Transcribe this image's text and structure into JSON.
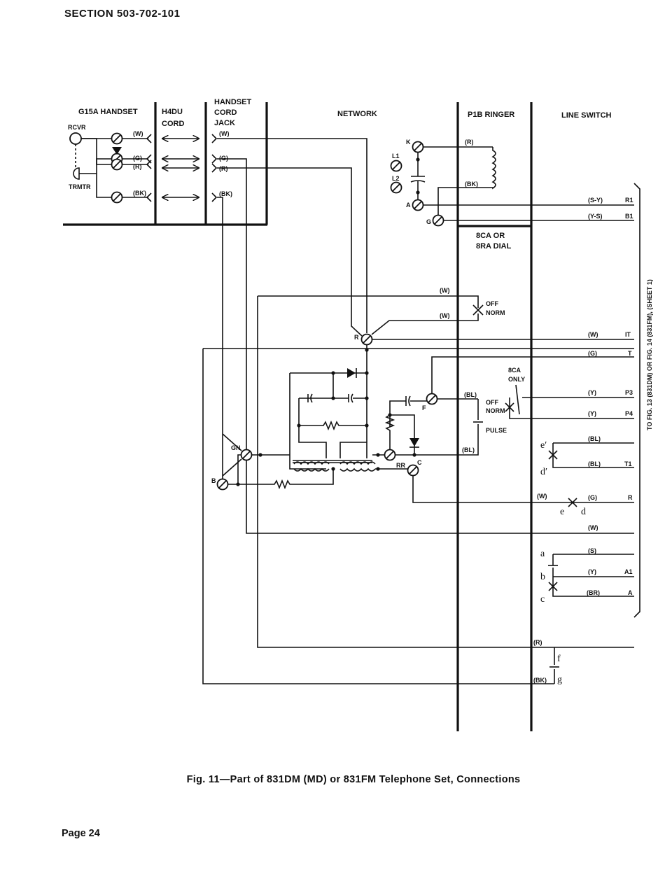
{
  "header": {
    "section": "SECTION 503-702-101"
  },
  "sections": {
    "g15a": "G15A HANDSET",
    "h4du_1": "H4DU",
    "h4du_2": "CORD",
    "jack_1": "HANDSET",
    "jack_2": "CORD",
    "jack_3": "JACK",
    "network": "NETWORK",
    "ringer": "P1B RINGER",
    "lineswitch": "LINE SWITCH",
    "dial_1": "8CA OR",
    "dial_2": "8RA DIAL"
  },
  "handset": {
    "rcvr": "RCVR",
    "trmtr": "TRMTR"
  },
  "wires": {
    "W": "(W)",
    "G": "(G)",
    "R": "(R)",
    "BK": "(BK)",
    "BL": "(BL)",
    "SY": "(S-Y)",
    "YS": "(Y-S)",
    "Y": "(Y)",
    "S": "(S)",
    "BR": "(BR)"
  },
  "terminals": {
    "K": "K",
    "L1": "L1",
    "L2": "L2",
    "A": "A",
    "G": "G",
    "R": "R",
    "F": "F",
    "RR": "RR",
    "C": "C",
    "GN": "GN",
    "B": "B"
  },
  "line_terms": {
    "R1": "R1",
    "B1": "B1",
    "IT": "IT",
    "T": "T",
    "P3": "P3",
    "P4": "P4",
    "T1": "T1",
    "R": "R",
    "A1": "A1",
    "A": "A"
  },
  "labels": {
    "off": "OFF",
    "norm": "NORM",
    "pulse": "PULSE",
    "eca_1": "8CA",
    "eca_2": "ONLY"
  },
  "contacts": {
    "e_prime": "e′",
    "d_prime": "d′",
    "e": "e",
    "d": "d",
    "a": "a",
    "b": "b",
    "c": "c",
    "f": "f",
    "g": "g"
  },
  "side_note": "TO FIG. 13 (831DM) OR FIG. 14 (831FM), (SHEET 1)",
  "caption": "Fig. 11—Part of 831DM (MD) or 831FM Telephone Set, Connections",
  "page": "Page 24"
}
